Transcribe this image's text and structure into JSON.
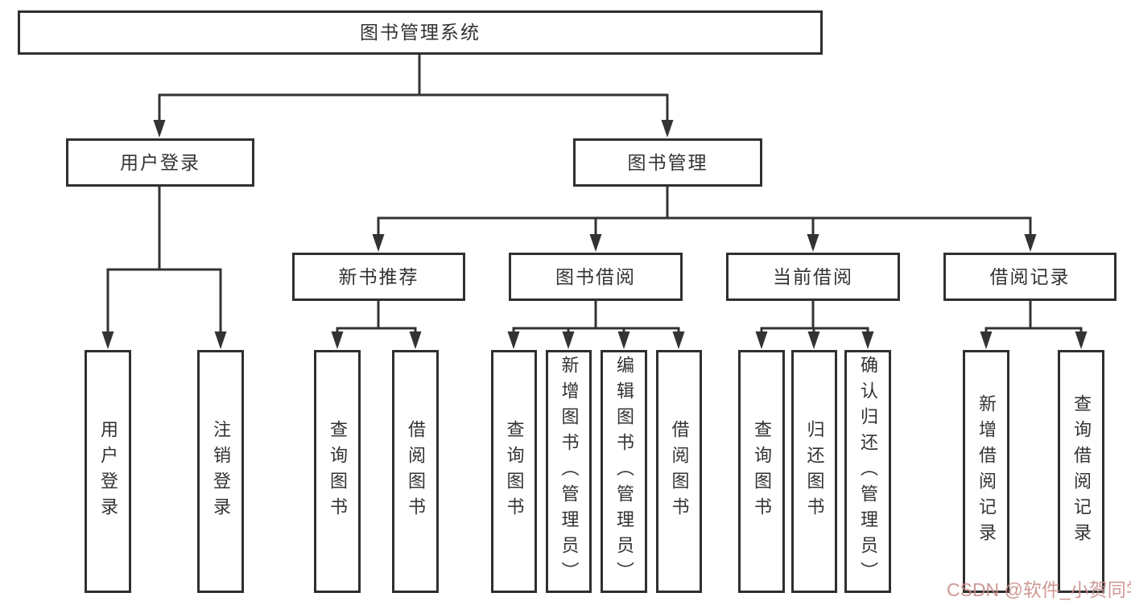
{
  "diagram_title": "图书管理系统",
  "nodes": {
    "root": "图书管理系统",
    "user_login": "用户登录",
    "book_mgmt": "图书管理",
    "new_book_rec": "新书推荐",
    "book_borrow": "图书借阅",
    "current_borrow": "当前借阅",
    "borrow_records": "借阅记录",
    "leaf_user_login": "用户登录",
    "leaf_logout": "注销登录",
    "leaf_nbr_query_books": "查询图书",
    "leaf_nbr_borrow_books": "借阅图书",
    "leaf_bb_query_books": "查询图书",
    "leaf_bb_add_books_admin": "新增图书（管理员）",
    "leaf_bb_edit_books_admin": "编辑图书（管理员）",
    "leaf_bb_borrow_books": "借阅图书",
    "leaf_cb_query_books": "查询图书",
    "leaf_cb_return_books": "归还图书",
    "leaf_cb_confirm_return_admin": "确认归还（管理员）",
    "leaf_br_add_record": "新增借阅记录",
    "leaf_br_query_record": "查询借阅记录"
  },
  "edges": [
    [
      "root",
      "user_login"
    ],
    [
      "root",
      "book_mgmt"
    ],
    [
      "user_login",
      "leaf_user_login"
    ],
    [
      "user_login",
      "leaf_logout"
    ],
    [
      "book_mgmt",
      "new_book_rec"
    ],
    [
      "book_mgmt",
      "book_borrow"
    ],
    [
      "book_mgmt",
      "current_borrow"
    ],
    [
      "book_mgmt",
      "borrow_records"
    ],
    [
      "new_book_rec",
      "leaf_nbr_query_books"
    ],
    [
      "new_book_rec",
      "leaf_nbr_borrow_books"
    ],
    [
      "book_borrow",
      "leaf_bb_query_books"
    ],
    [
      "book_borrow",
      "leaf_bb_add_books_admin"
    ],
    [
      "book_borrow",
      "leaf_bb_edit_books_admin"
    ],
    [
      "book_borrow",
      "leaf_bb_borrow_books"
    ],
    [
      "current_borrow",
      "leaf_cb_query_books"
    ],
    [
      "current_borrow",
      "leaf_cb_return_books"
    ],
    [
      "current_borrow",
      "leaf_cb_confirm_return_admin"
    ],
    [
      "borrow_records",
      "leaf_br_add_record"
    ],
    [
      "borrow_records",
      "leaf_br_query_record"
    ]
  ],
  "watermark": "CSDN @软件_小贺同学",
  "colors": {
    "line": "#333333",
    "box_border": "#2f2f2f",
    "text": "#333333",
    "watermark": "#c98f8a",
    "background": "#ffffff"
  }
}
